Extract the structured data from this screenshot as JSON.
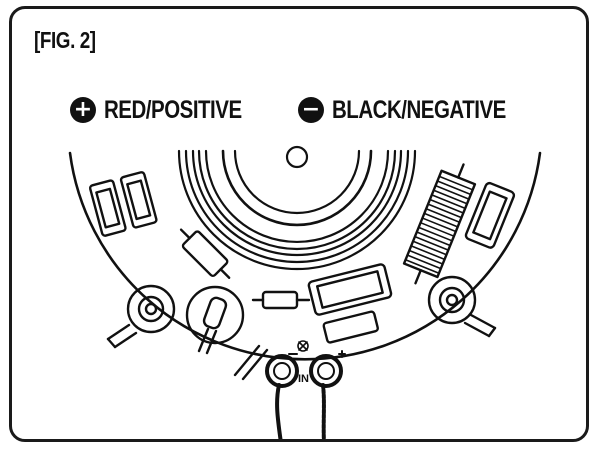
{
  "figure": {
    "label": "[FIG. 2]"
  },
  "legend": {
    "positive": {
      "symbol": "+",
      "text": "RED/POSITIVE",
      "icon": "plus-circle-icon"
    },
    "negative": {
      "symbol": "−",
      "text": "BLACK/NEGATIVE",
      "icon": "minus-circle-icon"
    }
  },
  "board": {
    "input_label": "IN"
  },
  "colors": {
    "ink": "#111111",
    "background": "#ffffff"
  }
}
